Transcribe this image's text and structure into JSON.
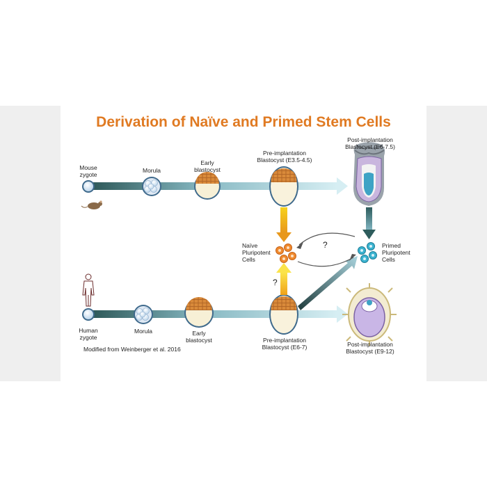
{
  "title": "Derivation of Naïve and Primed Stem Cells",
  "mouse": {
    "zygote": "Mouse zygote",
    "morula": "Morula",
    "early_blastocyst": "Early blastocyst",
    "pre_implantation": "Pre-implantation Blastocyst (E3.5-4.5)",
    "post_implantation": "Post-implantation Blastocyst (E6-7.5)"
  },
  "human": {
    "zygote": "Human zygote",
    "morula": "Morula",
    "early_blastocyst": "Early blastocyst",
    "pre_implantation": "Pre-implantation Blastocyst (E6-7)",
    "post_implantation": "Post-implantation Blastocyst (E9-12)"
  },
  "naive_cells": "Naïve Pluripotent Cells",
  "primed_cells": "Primed Pluripotent Cells",
  "question_top": "?",
  "question_left": "?",
  "citation": "Modified from Weinberger et al. 2016",
  "colors": {
    "title": "#e07a22",
    "teal_dark": "#2f5f5f",
    "teal_light": "#c7e6ec",
    "naive_orange": "#f08a2e",
    "primed_cyan": "#3bb3d0",
    "yellow_arrow": "#f6c81a"
  }
}
